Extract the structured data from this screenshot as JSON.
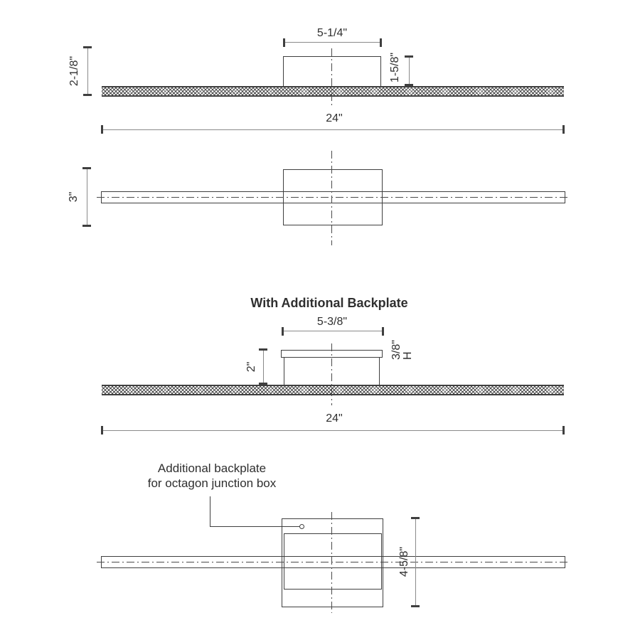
{
  "colors": {
    "background": "#ffffff",
    "geometry_line": "#3f3f3f",
    "dimension_line": "#8a8a8a",
    "centerline": "#4a4a4a",
    "hatch": "#4e4e4e",
    "text": "#2f2f2f"
  },
  "title": {
    "with_backplate": "With Additional Backplate"
  },
  "views": {
    "side_standard": {
      "dim_canopy_width": "5-1/4\"",
      "dim_canopy_depth": "1-5/8\"",
      "dim_overall_depth": "2-1/8\"",
      "dim_fixture_length": "24\""
    },
    "front_standard": {
      "dim_fixture_height": "3\""
    },
    "side_backplate": {
      "dim_backplate_width": "5-3/8\"",
      "dim_plate_thickness": "3/8\"",
      "dim_plate_thickness_suffix": "H",
      "dim_overall_depth": "2\"",
      "dim_fixture_length": "24\""
    },
    "front_backplate": {
      "annotation_line1": "Additional backplate",
      "annotation_line2": "for octagon junction box",
      "dim_backplate_height": "4-5/8\""
    }
  }
}
